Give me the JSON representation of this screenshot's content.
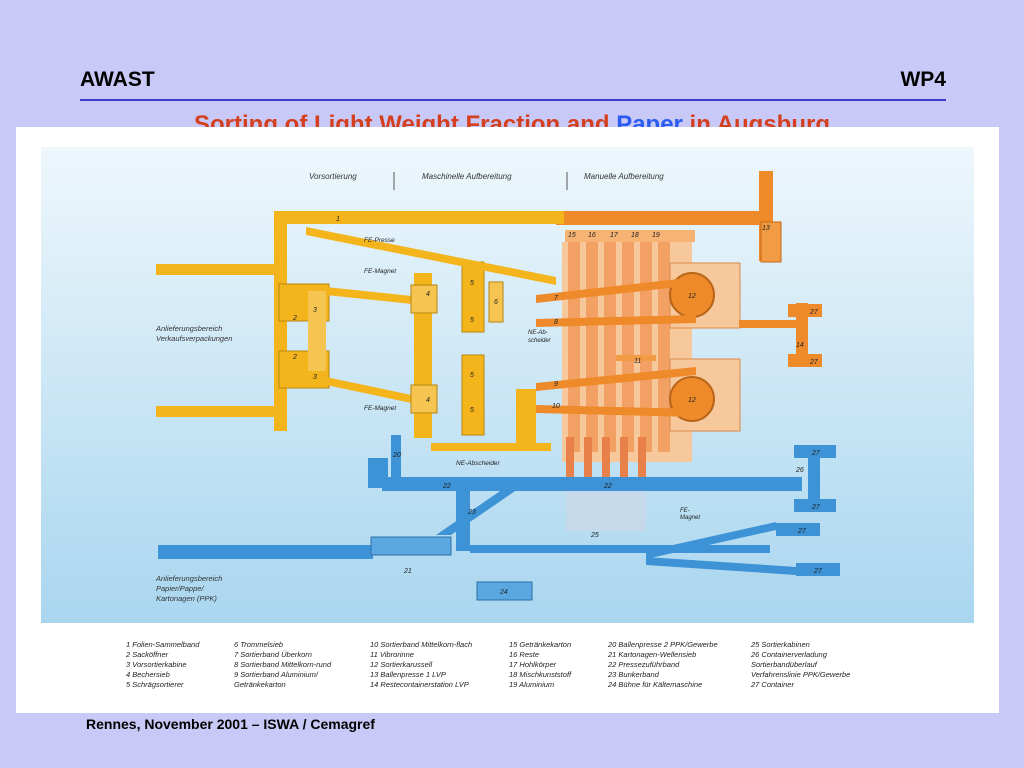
{
  "header": {
    "left": "AWAST",
    "right": "WP4"
  },
  "title": {
    "part1": "Sorting of Light Weight Fraction and ",
    "highlight": "Paper",
    "part2": " in Augsburg"
  },
  "diagram": {
    "sections": [
      "Vorsortierung",
      "Maschinelle Aufbereitung",
      "Manuelle Aufbereitung"
    ],
    "inputs": {
      "lvp": [
        "Anlieferungsbereich",
        "Verkaufsverpackungen"
      ],
      "ppk": [
        "Anlieferungsbereich",
        "Papier/Pappe/",
        "Kartonagen (PPK)"
      ]
    },
    "labels": {
      "fe_presse": "FE-Presse",
      "fe_magnet_top": "FE-Magnet",
      "fe_magnet_mid": "FE-Magnet",
      "ne_abscheider_1": "NE-Ab-",
      "ne_abscheider_2": "scheider",
      "ne_abscheider_low": "NE-Abscheider",
      "fe_magnet_blue_1": "FE-",
      "fe_magnet_blue_2": "Magnet"
    },
    "numbers": {
      "n1": "1",
      "n2a": "2",
      "n2b": "2",
      "n3a": "3",
      "n3b": "3",
      "n4a": "4",
      "n4b": "4",
      "n5a": "5",
      "n5b": "5",
      "n5c": "5",
      "n5d": "5",
      "n6": "6",
      "n7": "7",
      "n8": "8",
      "n9": "9",
      "n10": "10",
      "n11": "11",
      "n12a": "12",
      "n12b": "12",
      "n13": "13",
      "n14": "14",
      "n15": "15",
      "n16": "16",
      "n17": "17",
      "n18": "18",
      "n19": "19",
      "n20": "20",
      "n21": "21",
      "n22a": "22",
      "n22b": "22",
      "n23": "23",
      "n24": "24",
      "n25": "25",
      "n26": "26",
      "n27a": "27",
      "n27b": "27",
      "n27c": "27",
      "n27d": "27",
      "n27e": "27",
      "n27f": "27"
    }
  },
  "legend": {
    "col1": [
      "1  Folien-Sammelband",
      "2  Sacköffner",
      "3  Vorsortierkabine",
      "4  Bechersieb",
      "5  Schrägsortierer"
    ],
    "col2": [
      "6  Trommelsieb",
      "7  Sortierband Überkorn",
      "8  Sortierband Mittelkorn-rund",
      "9  Sortierband Aluminium/",
      "    Getränkekarton"
    ],
    "col3": [
      "10  Sortierband Mittelkorn-flach",
      "11  Vibrorinne",
      "12  Sortierkarussell",
      "13  Ballenpresse 1 LVP",
      "14  Restecontainerstation LVP"
    ],
    "col4": [
      "15  Getränkekarton",
      "16  Reste",
      "17  Hohlkörper",
      "18  Mischkunststoff",
      "19  Aluminium"
    ],
    "col5": [
      "20  Ballenpresse 2 PPK/Gewerbe",
      "21  Kartonagen-Wellensieb",
      "22  Pressezuführband",
      "23  Bunkerband",
      "24  Bühne für Kältemaschine"
    ],
    "col6": [
      "25  Sortierkabinen",
      "26  Containerverladung",
      "      Sortierbandüberlauf",
      "      Verfahrenslinie PPK/Gewerbe",
      "27  Container"
    ]
  },
  "footer": {
    "text": "Rennes, November 2001 – ISWA / Cemagref"
  },
  "colors": {
    "background": "#c9c9f7",
    "title": "#d33f1f",
    "highlight": "#2b5cf0",
    "rule": "#3b3bd1",
    "lvp_yellow": "#f4b51c",
    "manual_orange": "#ef8a2a",
    "ppk_blue": "#3d93d6"
  }
}
